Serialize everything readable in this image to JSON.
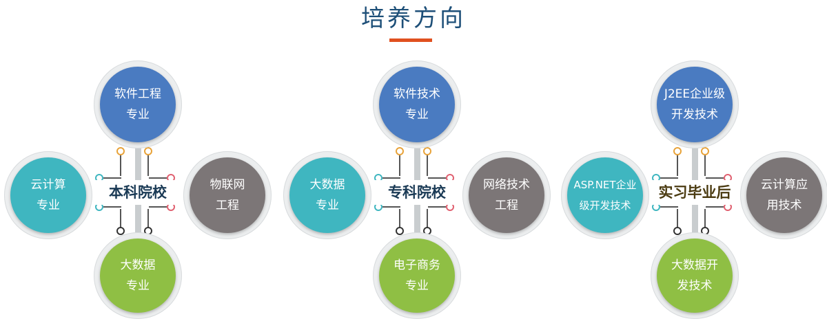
{
  "header": {
    "title": "培养方向"
  },
  "groups": [
    {
      "hub": "本科院校",
      "top": {
        "line1": "软件工程",
        "line2": "专业"
      },
      "left": {
        "line1": "云计算",
        "line2": "专业"
      },
      "right": {
        "line1": "物联网",
        "line2": "工程"
      },
      "bottom": {
        "line1": "大数据",
        "line2": "专业"
      }
    },
    {
      "hub": "专科院校",
      "top": {
        "line1": "软件技术",
        "line2": "专业"
      },
      "left": {
        "line1": "大数据",
        "line2": "专业"
      },
      "right": {
        "line1": "网络技术",
        "line2": "工程"
      },
      "bottom": {
        "line1": "电子商务",
        "line2": "专业"
      }
    },
    {
      "hub": "实习毕业后",
      "top": {
        "line1": "J2EE企业级",
        "line2": "开发技术"
      },
      "left": {
        "line1": "ASP.NET企业",
        "line2": "级开发技术"
      },
      "right": {
        "line1": "云计算应",
        "line2": "用技术"
      },
      "bottom": {
        "line1": "大数据开",
        "line2": "发技术"
      }
    }
  ],
  "colors": {
    "title": "#1d4f78",
    "accent_bar": "#e0501f",
    "top_circle": "#4a7bc1",
    "left_circle": "#3fb6c0",
    "right_circle": "#7c7677",
    "bottom_circle": "#8fbf44"
  }
}
